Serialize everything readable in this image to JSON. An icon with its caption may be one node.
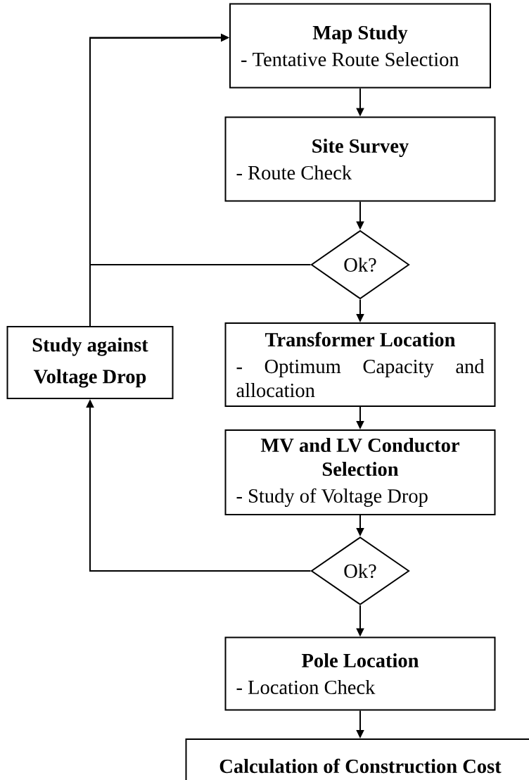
{
  "diagram": {
    "nodes": [
      {
        "text": [
          "Map Study",
          "- Tentative Route Selection"
        ]
      },
      {
        "text": [
          "Site Survey",
          "- Route Check"
        ]
      },
      {
        "text": [
          "Ok?"
        ]
      },
      {
        "text": [
          "Transformer Location",
          "- Optimum Capacity and allocation"
        ]
      },
      {
        "text": [
          "MV and LV Conductor Selection",
          "- Study of Voltage Drop"
        ]
      },
      {
        "text": [
          "Ok?"
        ]
      },
      {
        "text": [
          "Pole Location",
          "- Location Check"
        ]
      },
      {
        "text": [
          "Calculation of Construction Cost"
        ]
      },
      {
        "text": [
          "Study against Voltage Drop"
        ]
      }
    ],
    "edges": [
      {
        "from": 0,
        "to": 1,
        "arrow": "to"
      },
      {
        "from": 1,
        "to": 2,
        "arrow": "to"
      },
      {
        "from": 2,
        "to": 3,
        "arrow": "to"
      },
      {
        "from": 3,
        "to": 4,
        "arrow": "to"
      },
      {
        "from": 4,
        "to": 5,
        "arrow": "to"
      },
      {
        "from": 5,
        "to": 6,
        "arrow": "to"
      },
      {
        "from": 6,
        "to": 7,
        "arrow": "to"
      },
      {
        "from": 2,
        "to": 0,
        "arrow": "to"
      },
      {
        "from": 8,
        "to": 0,
        "arrow": "to"
      },
      {
        "from": 5,
        "to": 8,
        "arrow": "to"
      }
    ]
  }
}
